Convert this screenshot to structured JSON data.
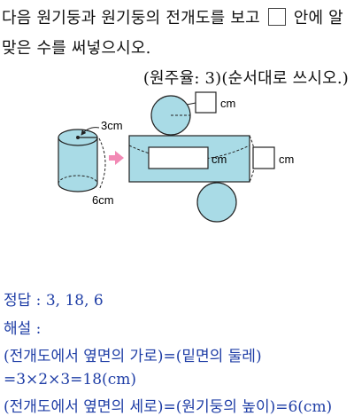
{
  "question": {
    "line1_before_box": "다음 원기둥과 원기둥의 전개도를 보고",
    "line1_after_box": "안에 알",
    "line2": "맞은 수를 써넣으시오.",
    "note": "(원주율: 3)(순서대로 쓰시오.)"
  },
  "figure": {
    "cylinder_radius_label": "3cm",
    "cylinder_height_label": "6cm",
    "unit_label": "cm"
  },
  "answer": {
    "answer_line": "정답 : 3,  18,  6",
    "explanation_heading": "해설 :",
    "lines": [
      "(전개도에서 옆면의 가로)=(밑면의 둘레)",
      "=3×2×3=18(cm)",
      "(전개도에서 옆면의 세로)=(원기둥의 높이)=6(cm)"
    ]
  },
  "colors": {
    "fill": "#a9dbe6",
    "stroke": "#222222",
    "arrow": "#f28ab5",
    "answer_text": "#1f3ea6"
  }
}
